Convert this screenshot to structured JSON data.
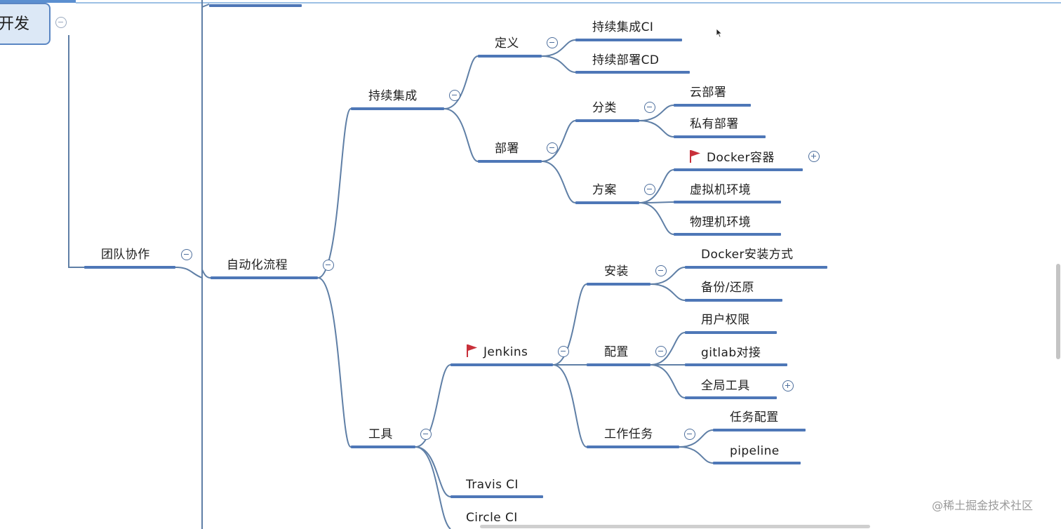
{
  "root": {
    "label": "开发"
  },
  "nodes": {
    "team_collab": "团队协作",
    "automation": "自动化流程",
    "continuous_integration": "持续集成",
    "definition": "定义",
    "ci": "持续集成CI",
    "cd": "持续部署CD",
    "deployment": "部署",
    "classification": "分类",
    "cloud_deploy": "云部署",
    "private_deploy": "私有部署",
    "solution": "方案",
    "docker_container": "Docker容器",
    "vm_env": "虚拟机环境",
    "physical_env": "物理机环境",
    "tools": "工具",
    "jenkins": "Jenkins",
    "install": "安装",
    "docker_install": "Docker安装方式",
    "backup_restore": "备份/还原",
    "config": "配置",
    "user_perm": "用户权限",
    "gitlab_integration": "gitlab对接",
    "global_tools": "全局工具",
    "work_tasks": "工作任务",
    "task_config": "任务配置",
    "pipeline": "pipeline",
    "travis": "Travis CI",
    "circle": "Circle CI"
  },
  "markers": {
    "docker_container": "red-flag",
    "jenkins": "red-flag"
  },
  "colors": {
    "branch": "#5f7fa6",
    "underline": "#4e77b7",
    "flag": "#c8303a",
    "root_fill": "#dce8f6",
    "root_border": "#5a86c3"
  },
  "watermark": "@稀土掘金技术社区"
}
